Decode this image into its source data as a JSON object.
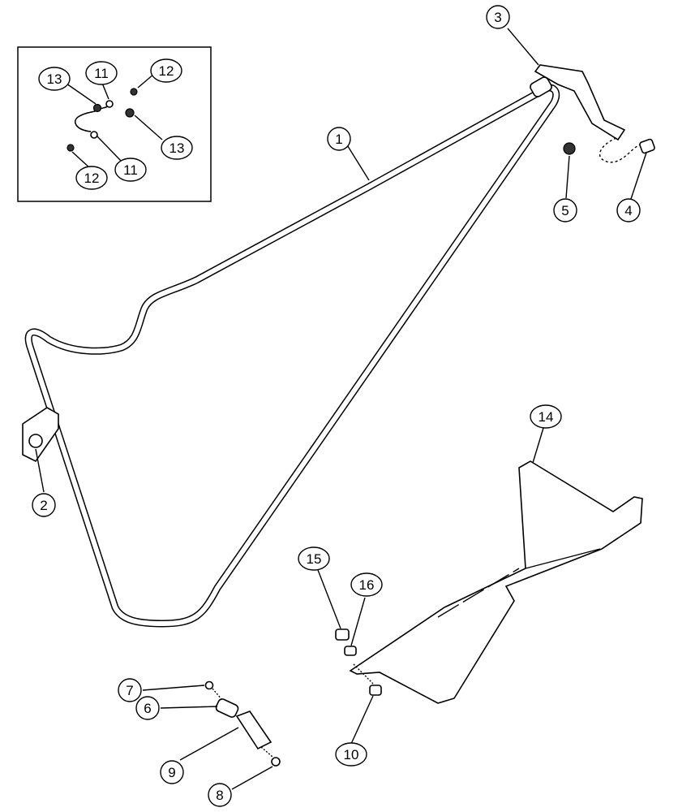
{
  "diagram": {
    "callouts": {
      "c1": "1",
      "c2": "2",
      "c3": "3",
      "c4": "4",
      "c5": "5",
      "c6": "6",
      "c7": "7",
      "c8": "8",
      "c9": "9",
      "c10": "10",
      "c11a": "11",
      "c11b": "11",
      "c12a": "12",
      "c12b": "12",
      "c13a": "13",
      "c13b": "13",
      "c14": "14",
      "c15": "15",
      "c16": "16"
    },
    "colors": {
      "line": "#000000",
      "background": "#ffffff"
    }
  }
}
